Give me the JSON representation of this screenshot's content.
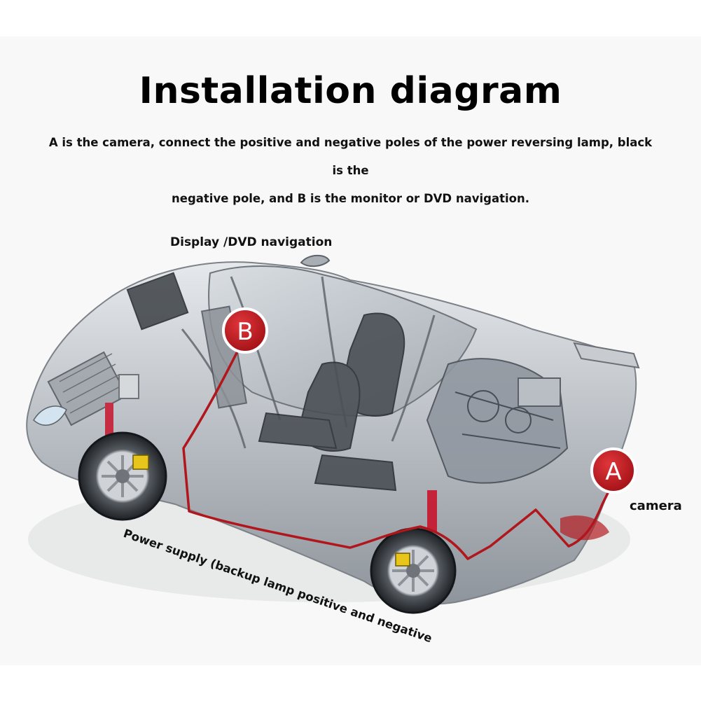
{
  "title": "Installation diagram",
  "caption_line1": "A is the camera, connect the positive and negative poles of the power reversing lamp, black is the",
  "caption_line2": "negative pole, and B is the monitor or DVD navigation.",
  "labels": {
    "display": "Display /DVD navigation",
    "camera": "camera",
    "power": "Power supply (backup lamp positive and negative"
  },
  "markers": {
    "b": "B",
    "a": "A"
  },
  "colors": {
    "wire": "#b0161c",
    "marker_fill": "#c0161c",
    "car_body": "#b9bec4",
    "background": "#f8f8f8"
  }
}
